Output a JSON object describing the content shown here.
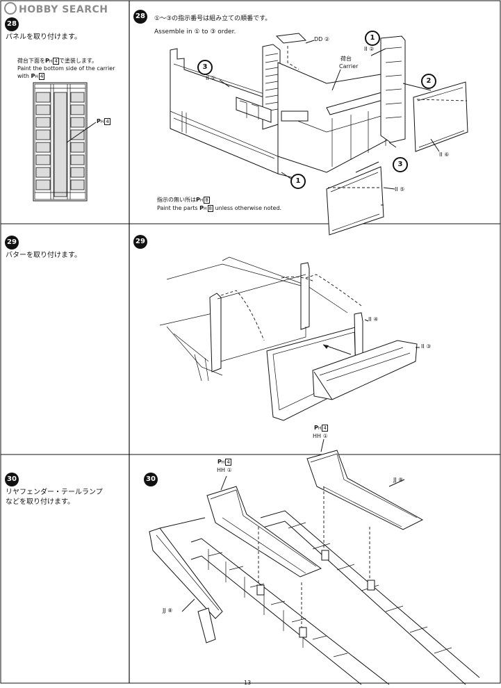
{
  "watermark": {
    "text": "HOBBY SEARCH"
  },
  "page_number": "13",
  "left_column": [
    {
      "number": "28",
      "text": "パネルを取り付けます。",
      "note_jp_prefix": "荷台下面を",
      "note_jp_part": "P",
      "note_jp_sub": "H",
      "note_jp_num": "4",
      "note_jp_suffix": "で塗装します。",
      "note_en_line1": "Paint the bottom side of the carrier",
      "note_en_line2": "with",
      "callout_part": "P",
      "callout_sub": "H",
      "callout_num": "4"
    },
    {
      "number": "29",
      "text": "バターを取り付けます。"
    },
    {
      "number": "30",
      "text_line1": "リヤフェンダー・テールランプ",
      "text_line2": "などを取り付けます。"
    }
  ],
  "right_column": {
    "step28": {
      "number": "28",
      "order_jp": "①～③の指示番号は組み立ての順番です。",
      "order_en": "Assemble in ① to ③ order.",
      "labels": {
        "dd2": "DD ②",
        "carrier_jp": "荷台",
        "carrier_en": "Carrier",
        "ii1": "II ①",
        "ii2": "II ②",
        "ii5": "II ⑤",
        "ii6": "II ⑥"
      },
      "order_markers": [
        "1",
        "2",
        "3"
      ],
      "note_jp_prefix": "指示の無い所は",
      "note_jp_part": "P",
      "note_jp_sub": "H",
      "note_jp_num": "8",
      "note_en_prefix": "Paint the parts",
      "note_en_suffix": "unless otherwise noted."
    },
    "step29": {
      "number": "29",
      "labels": {
        "ii4": "II ④",
        "ii3": "II ③"
      }
    },
    "step30": {
      "number": "30",
      "labels": {
        "ph4_a": "4",
        "hh1_a": "HH ①",
        "ph4_b": "4",
        "hh1_b": "HH ①",
        "jj8_a": "JJ ⑧",
        "jj8_b": "JJ ⑧"
      },
      "paint_prefix": "P",
      "paint_sub": "H"
    }
  }
}
